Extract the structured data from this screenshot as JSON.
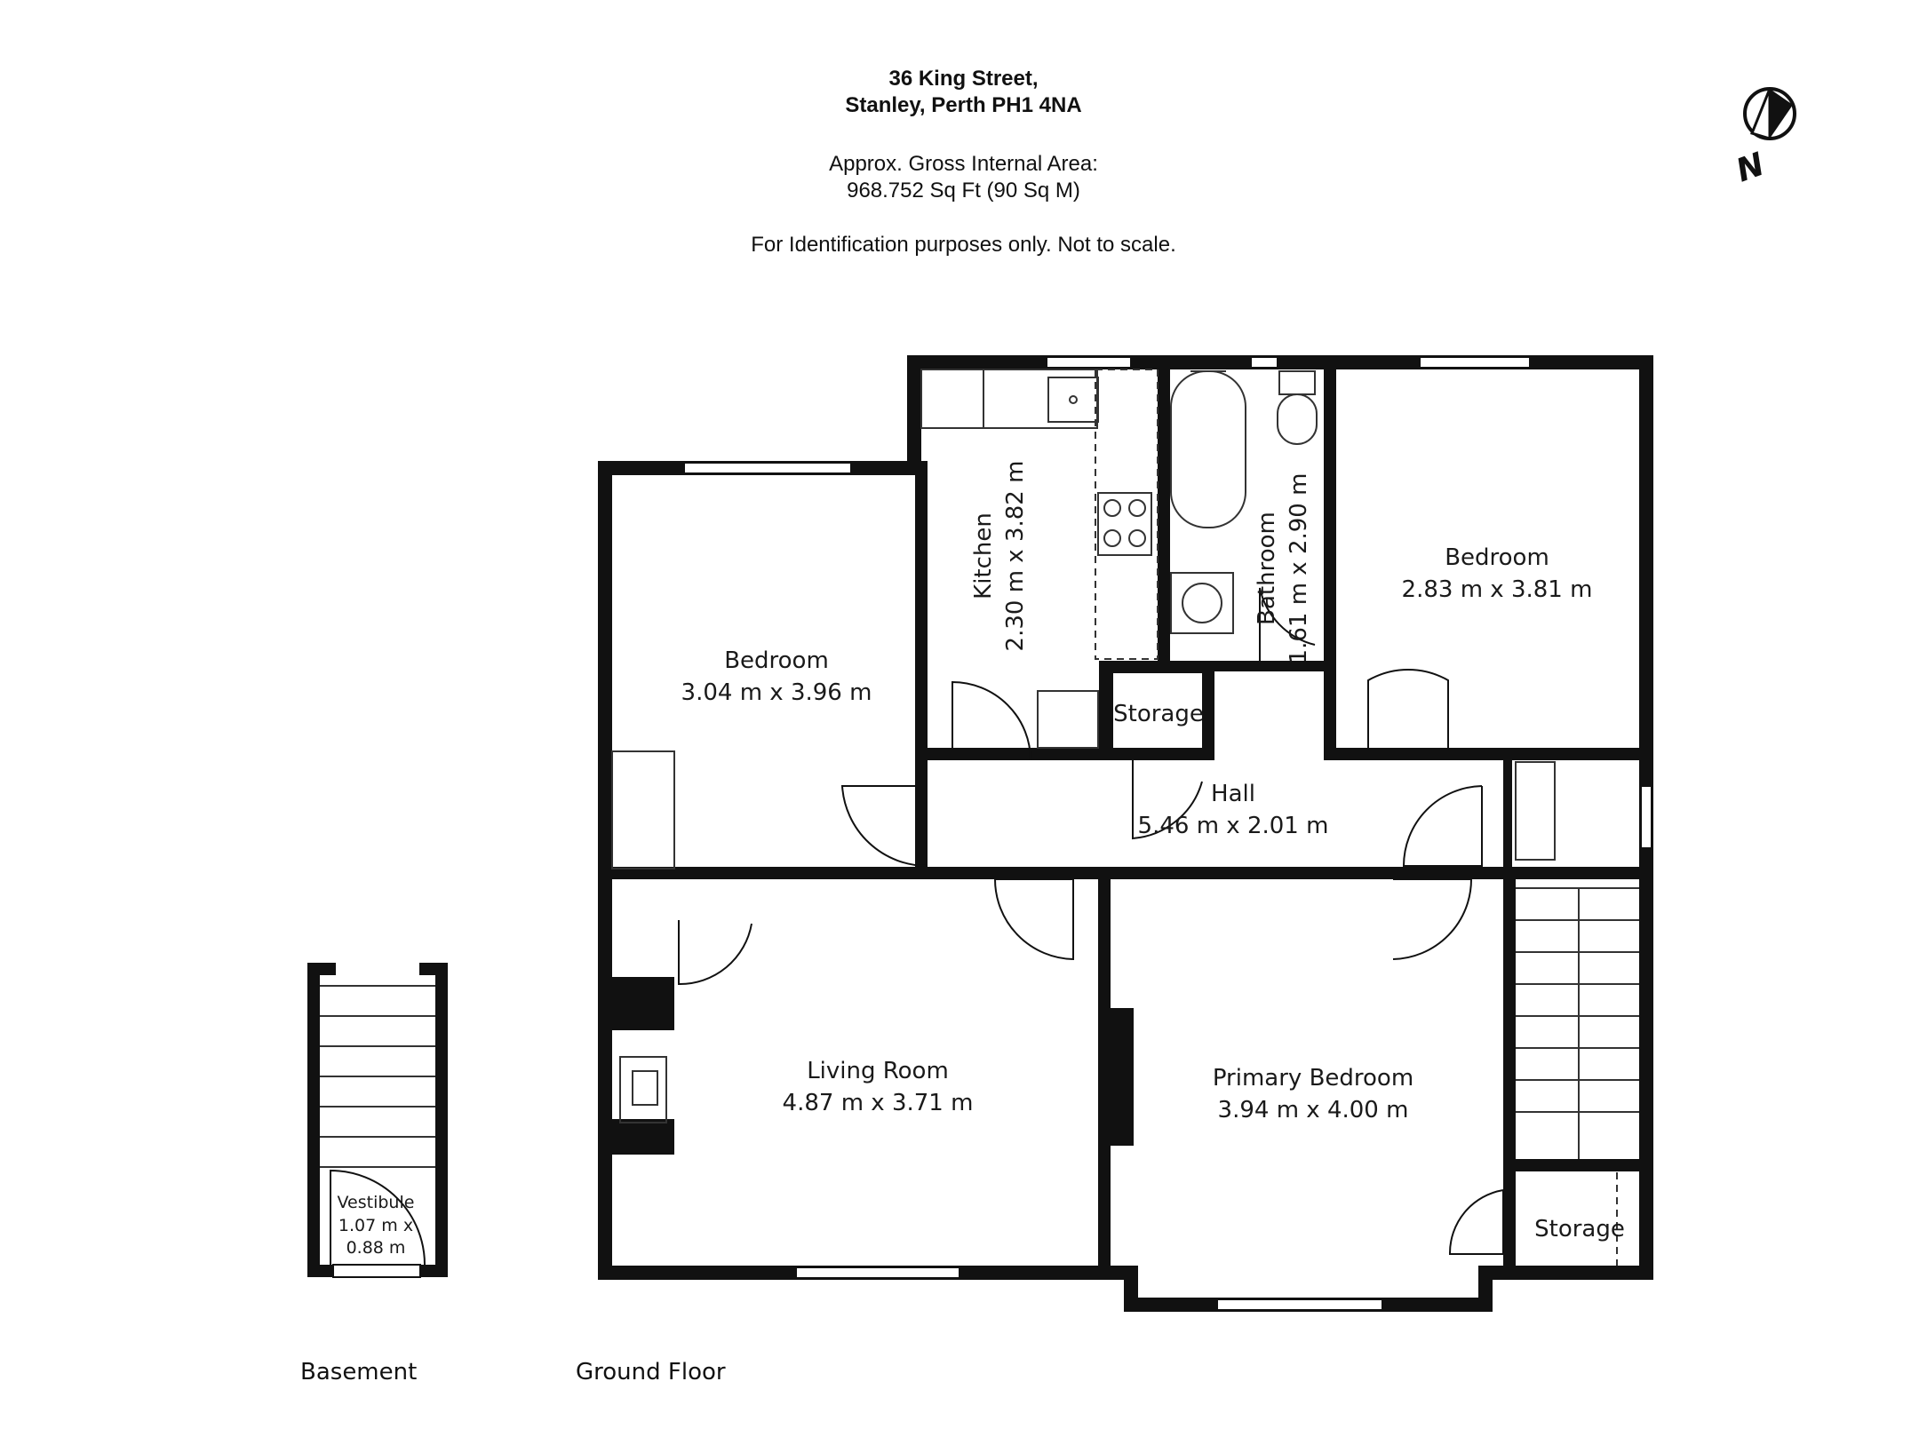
{
  "header": {
    "address_line1": "36 King Street,",
    "address_line2": "Stanley, Perth PH1 4NA",
    "area_line1": "Approx. Gross Internal Area:",
    "area_line2": "968.752 Sq Ft (90 Sq M)",
    "note": "For Identification purposes only. Not to scale."
  },
  "compass": {
    "icon": "north-arrow-icon",
    "label": "N"
  },
  "rooms": {
    "bedroom_left": {
      "name": "Bedroom",
      "dims": "3.04 m x 3.96 m"
    },
    "kitchen": {
      "name": "Kitchen",
      "dims": "2.30 m x 3.82 m"
    },
    "bathroom": {
      "name": "Bathroom",
      "dims": "1.61 m x 2.90 m"
    },
    "bedroom_right": {
      "name": "Bedroom",
      "dims": "2.83 m x 3.81 m"
    },
    "storage_hall": {
      "name": "Storage"
    },
    "hall": {
      "name": "Hall",
      "dims": "5.46 m x 2.01 m"
    },
    "living_room": {
      "name": "Living Room",
      "dims": "4.87 m x 3.71 m"
    },
    "primary_bedroom": {
      "name": "Primary Bedroom",
      "dims": "3.94 m x 4.00 m"
    },
    "storage_right": {
      "name": "Storage"
    },
    "vestibule": {
      "name": "Vestibule",
      "dims_line1": "1.07 m x",
      "dims_line2": "0.88 m"
    }
  },
  "floors": {
    "basement": "Basement",
    "ground": "Ground Floor"
  },
  "colors": {
    "wall": "#111111",
    "line": "#333333"
  }
}
